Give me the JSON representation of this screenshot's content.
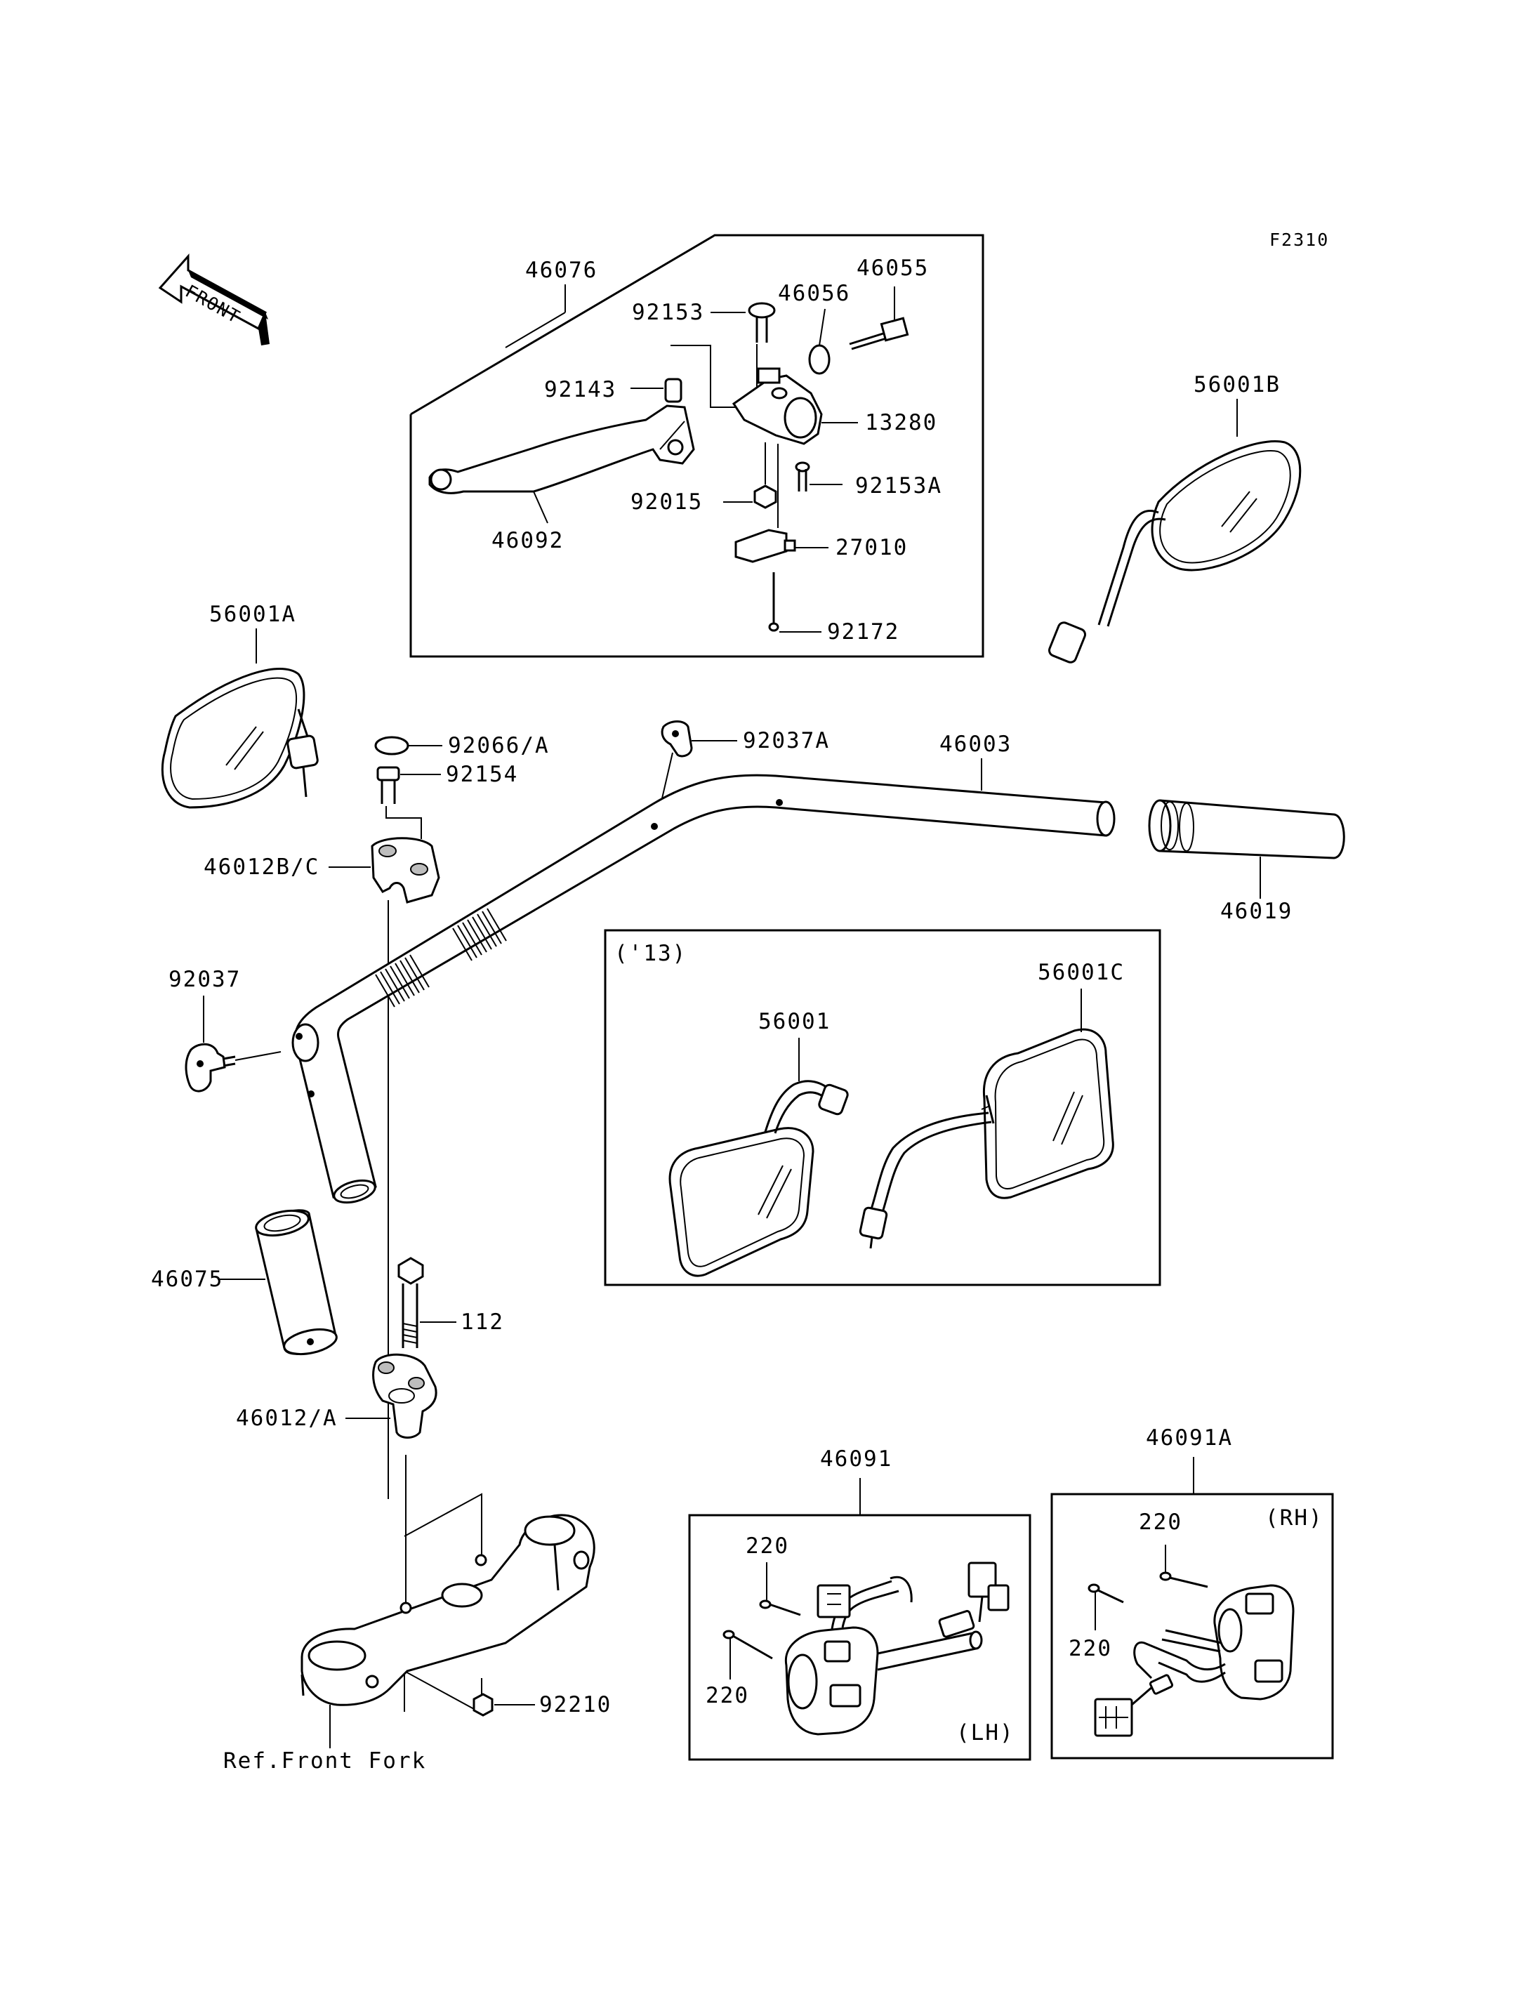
{
  "figure_code": "F2310",
  "front_arrow_label": "FRONT",
  "labels": {
    "l46076": "46076",
    "l46055": "46055",
    "l46056": "46056",
    "l92153": "92153",
    "l92143": "92143",
    "l13280": "13280",
    "l92015": "92015",
    "l92153A": "92153A",
    "l46092": "46092",
    "l27010": "27010",
    "l92172": "92172",
    "l56001B": "56001B",
    "l56001A": "56001A",
    "l92066A": "92066/A",
    "l92154": "92154",
    "l92037A": "92037A",
    "l46003": "46003",
    "l46012BC": "46012B/C",
    "l46019": "46019",
    "l13": "('13)",
    "l56001C": "56001C",
    "l92037": "92037",
    "l56001": "56001",
    "l46075": "46075",
    "l112": "112",
    "l46012A": "46012/A",
    "l46091": "46091",
    "l46091A": "46091A",
    "l220a": "220",
    "l220b": "220",
    "l220c": "220",
    "l220d": "220",
    "lRH": "(RH)",
    "lLH": "(LH)",
    "l92210": "92210",
    "lref": "Ref.Front Fork"
  }
}
